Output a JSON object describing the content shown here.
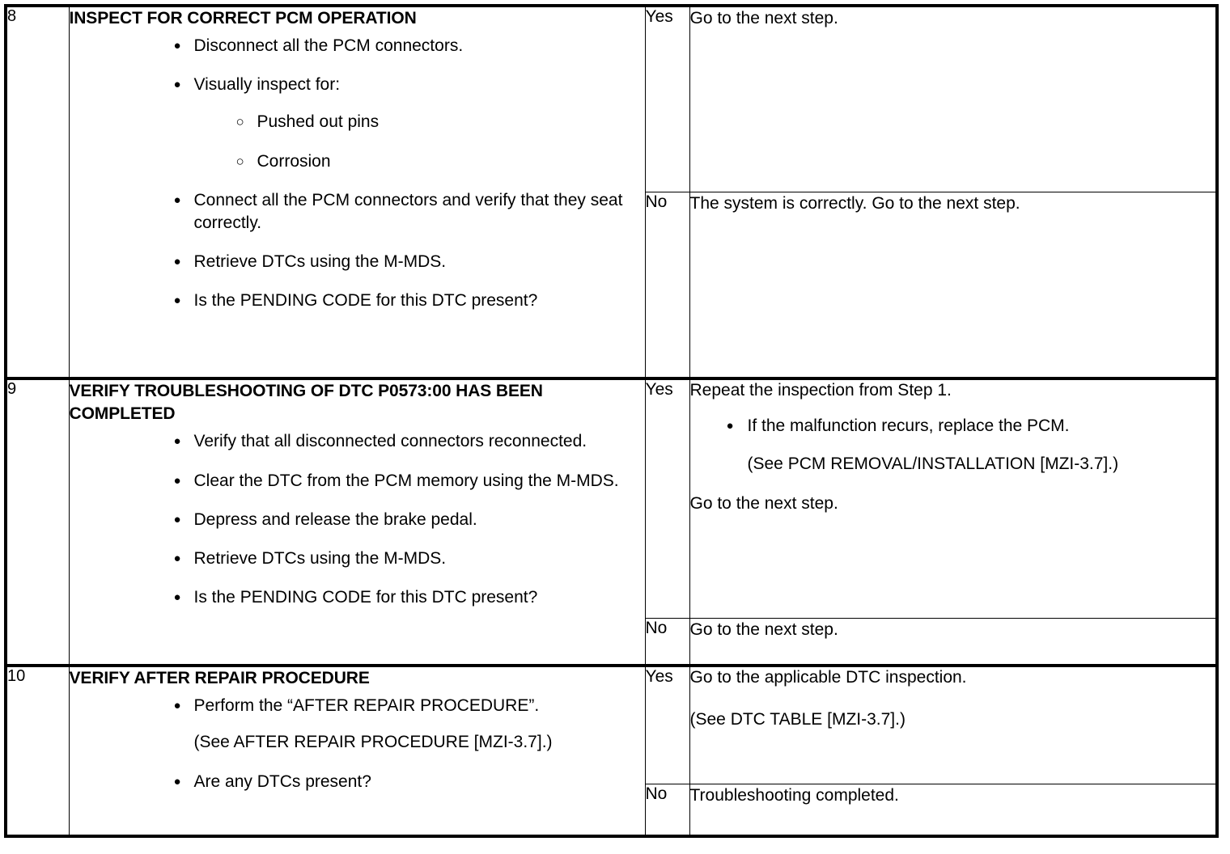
{
  "table": {
    "bullet_glyphs": {
      "filled": "●",
      "hollow": "○"
    },
    "steps": [
      {
        "number": "8",
        "title": "INSPECT FOR CORRECT PCM OPERATION",
        "bullets": [
          {
            "text": "Disconnect all the PCM connectors."
          },
          {
            "text": "Visually inspect for:",
            "sub": [
              "Pushed out pins",
              "Corrosion"
            ]
          },
          {
            "text": "Connect all the PCM connectors and verify that they seat correctly."
          },
          {
            "text": "Retrieve DTCs using the M-MDS."
          },
          {
            "text": "Is the PENDING CODE for this DTC present?"
          }
        ],
        "results": [
          {
            "label": "Yes",
            "lines": [
              "Go to the next step."
            ]
          },
          {
            "label": "No",
            "lines": [
              "The system is correctly. Go to the next step."
            ]
          }
        ]
      },
      {
        "number": "9",
        "title": "VERIFY TROUBLESHOOTING OF DTC P0573:00 HAS BEEN COMPLETED",
        "bullets": [
          {
            "text": "Verify that all disconnected connectors reconnected."
          },
          {
            "text": "Clear the DTC from the PCM memory using the M-MDS."
          },
          {
            "text": "Depress and release the brake pedal."
          },
          {
            "text": "Retrieve DTCs using the M-MDS."
          },
          {
            "text": "Is the PENDING CODE for this DTC present?"
          }
        ],
        "results": [
          {
            "label": "Yes",
            "lead": "Repeat the inspection from Step 1.",
            "bullet": "If the malfunction recurs, replace the PCM.",
            "reference": "(See PCM REMOVAL/INSTALLATION [MZI-3.7].)",
            "tail": "Go to the next step."
          },
          {
            "label": "No",
            "lines": [
              "Go to the next step."
            ]
          }
        ]
      },
      {
        "number": "10",
        "title": "VERIFY AFTER REPAIR PROCEDURE",
        "bullets": [
          {
            "text": "Perform the “AFTER REPAIR PROCEDURE”."
          },
          {
            "cont": "(See AFTER REPAIR PROCEDURE [MZI-3.7].)"
          },
          {
            "text": "Are any DTCs present?"
          }
        ],
        "results": [
          {
            "label": "Yes",
            "lead": "Go to the applicable DTC inspection.",
            "reference": "(See DTC TABLE [MZI-3.7].)"
          },
          {
            "label": "No",
            "lines": [
              "Troubleshooting completed."
            ]
          }
        ]
      }
    ]
  }
}
